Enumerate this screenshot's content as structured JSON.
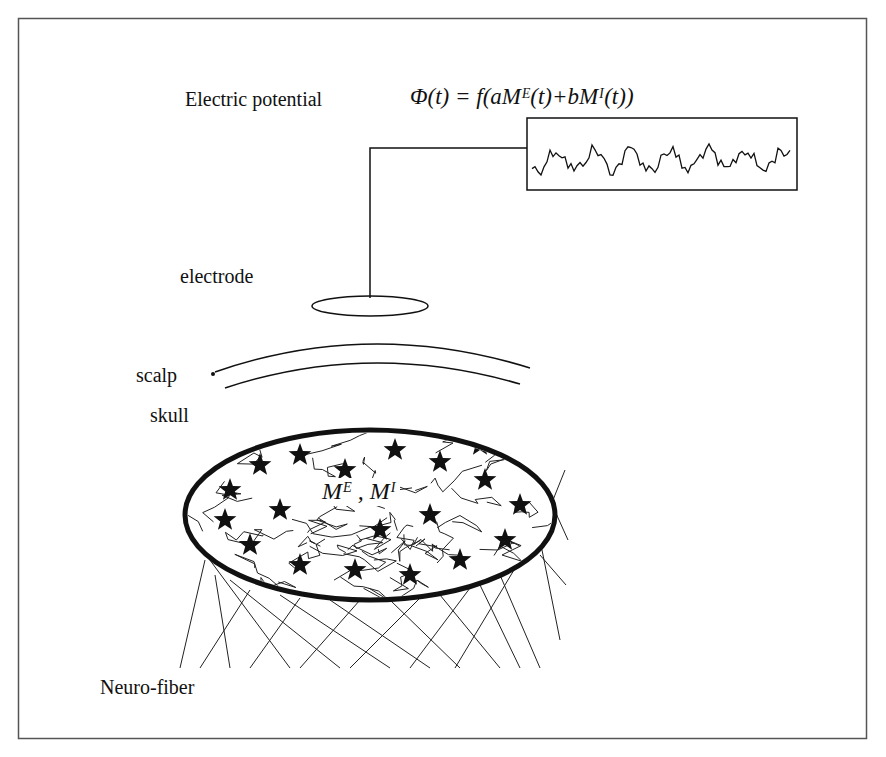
{
  "diagram": {
    "labels": [
      "Electric potential",
      "Φ(t) = f(aMᴱ(t)+bMᴵ(t))",
      "electrode",
      "scalp",
      "skull",
      "Mᴱ , Mᴵ",
      "Neuro-fiber"
    ]
  }
}
